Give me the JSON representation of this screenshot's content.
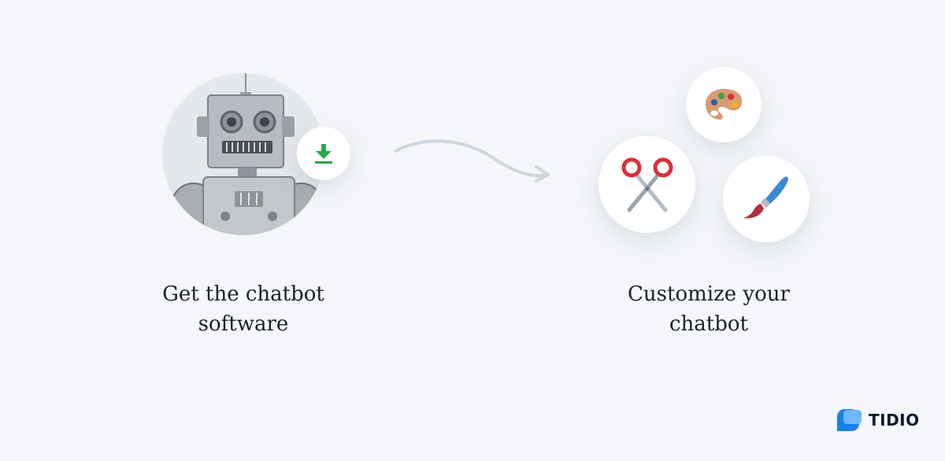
{
  "step1": {
    "line1": "Get the chatbot",
    "line2": "software"
  },
  "step2": {
    "line1": "Customize your",
    "line2": "chatbot"
  },
  "brand": {
    "name": "TIDIO"
  },
  "icons": [
    "robot-image",
    "download-icon",
    "arrow-icon",
    "palette-icon",
    "scissors-icon",
    "paintbrush-icon",
    "tidio-logo-icon"
  ],
  "colors": {
    "background": "#f4f6f9",
    "download": "#2aa548",
    "scissors": "#d9303a",
    "brush": "#3a87d4",
    "brand": "#1a7fe8"
  }
}
